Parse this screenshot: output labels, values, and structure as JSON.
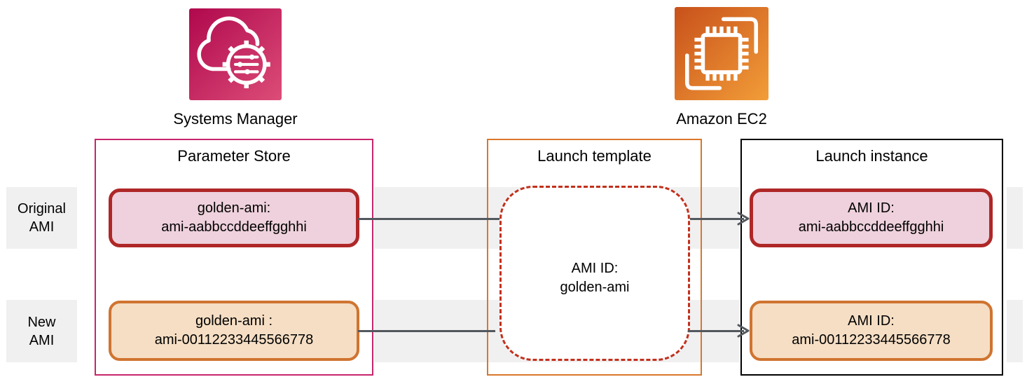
{
  "services": [
    {
      "name": "Systems Manager",
      "icon": "systems-manager-icon"
    },
    {
      "name": "Amazon EC2",
      "icon": "ec2-icon"
    }
  ],
  "row_labels": [
    {
      "line1": "Original",
      "line2": "AMI"
    },
    {
      "line1": "New",
      "line2": "AMI"
    }
  ],
  "panels": {
    "parameter_store": {
      "title": "Parameter Store",
      "items": [
        {
          "line1": "golden-ami:",
          "line2": "ami-aabbccddeeffgghhi",
          "variant": "red"
        },
        {
          "line1": "golden-ami :",
          "line2": "ami-00112233445566778",
          "variant": "orange"
        }
      ]
    },
    "launch_template": {
      "title": "Launch template",
      "item": {
        "line1": "AMI ID:",
        "line2": "golden-ami"
      }
    },
    "launch_instance": {
      "title": "Launch instance",
      "items": [
        {
          "line1": "AMI ID:",
          "line2": "ami-aabbccddeeffgghhi",
          "variant": "red"
        },
        {
          "line1": "AMI ID:",
          "line2": "ami-00112233445566778",
          "variant": "orange"
        }
      ]
    }
  },
  "colors": {
    "stripe": "#F0F0F1",
    "arrow": "#53585E",
    "parameter_store_border": "#C7266B",
    "launch_template_border": "#D9772B",
    "launch_instance_border": "#000000",
    "red_chip_border": "#AF2727",
    "red_chip_fill": "#EED1DC",
    "orange_chip_border": "#D07430",
    "orange_chip_fill": "#F5DEC4",
    "dashed_border": "#C2301C",
    "systems_manager_gradient_start": "#B0084D",
    "systems_manager_gradient_end": "#DC4D78",
    "ec2_gradient_start": "#C8511B",
    "ec2_gradient_end": "#F29D38"
  }
}
